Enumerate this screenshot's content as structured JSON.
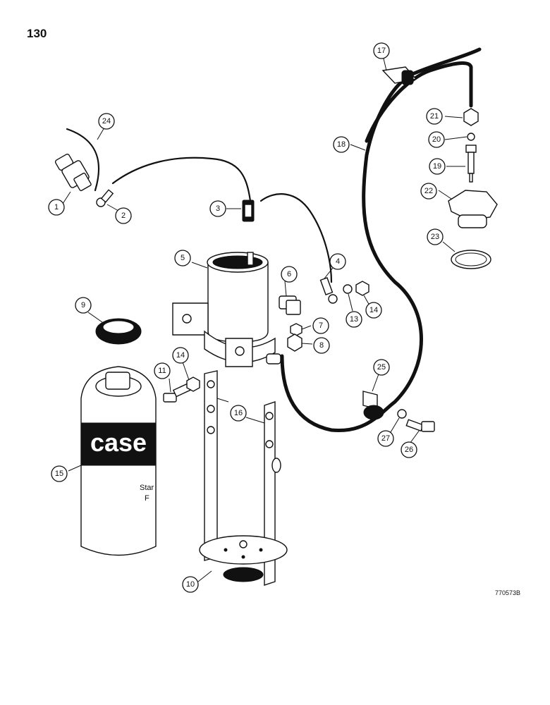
{
  "page_number": "130",
  "figure_code": "770573B",
  "can_label": {
    "brand": "case",
    "text_line1": "Star",
    "text_line2": "F"
  },
  "callouts": [
    "1",
    "2",
    "3",
    "4",
    "5",
    "6",
    "7",
    "8",
    "9",
    "10",
    "11",
    "14",
    "13",
    "14",
    "15",
    "16",
    "17",
    "18",
    "19",
    "20",
    "21",
    "22",
    "23",
    "24",
    "25",
    "26",
    "27"
  ]
}
